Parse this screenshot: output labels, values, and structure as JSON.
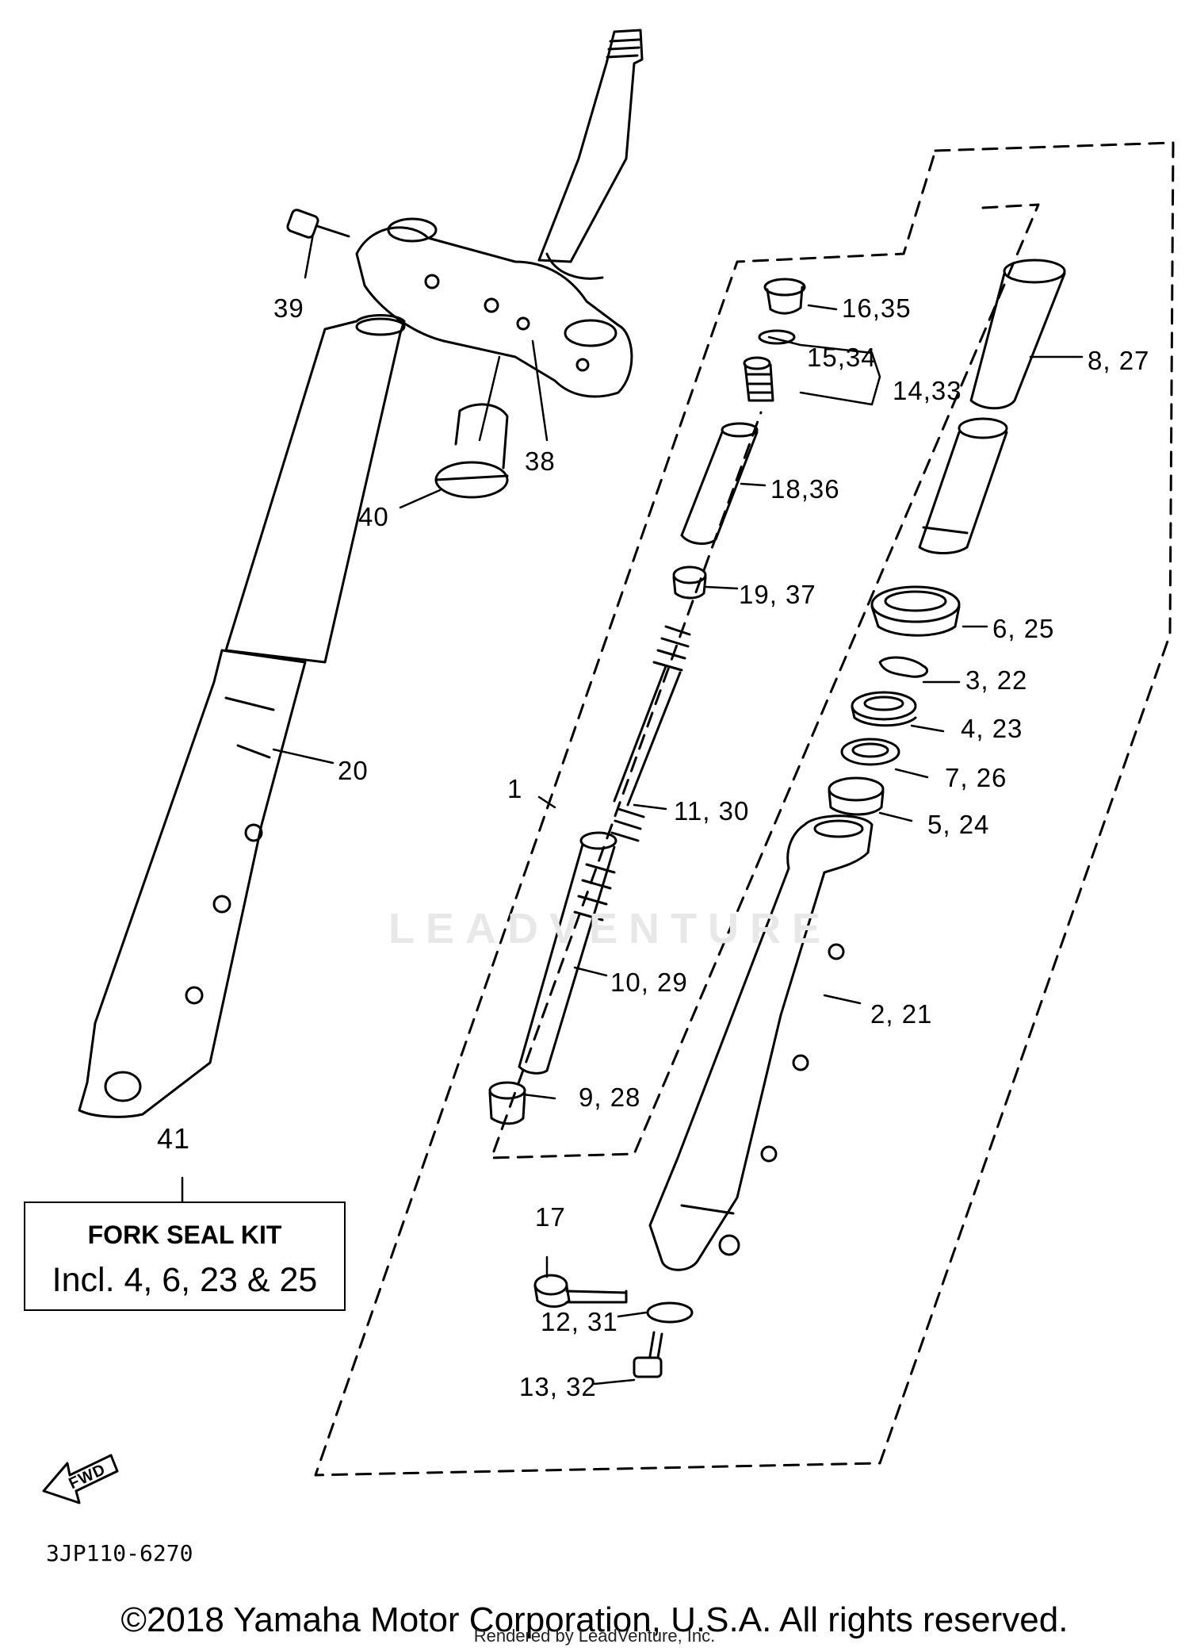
{
  "watermark": "LEADVENTURE",
  "callouts": {
    "c39": "39",
    "c38": "38",
    "c40": "40",
    "c20": "20",
    "c41": "41",
    "c16": "16,35",
    "c15": "15,34",
    "c14": "14,33",
    "c8": "8, 27",
    "c18": "18,36",
    "c19": "19, 37",
    "c6": "6, 25",
    "c3": "3, 22",
    "c4": "4, 23",
    "c7": "7, 26",
    "c5": "5, 24",
    "c1": "1",
    "c11": "11, 30",
    "c10": "10, 29",
    "c2": "2, 21",
    "c9": "9, 28",
    "c17": "17",
    "c12": "12, 31",
    "c13": "13, 32"
  },
  "kit": {
    "title": "FORK SEAL KIT",
    "includes": "Incl. 4, 6, 23 & 25"
  },
  "fwd_label": "FWD",
  "diagram_code": "3JP110-6270",
  "copyright": "©2018 Yamaha Motor Corporation, U.S.A. All rights reserved.",
  "rendered_by": "Rendered by LeadVenture, Inc."
}
